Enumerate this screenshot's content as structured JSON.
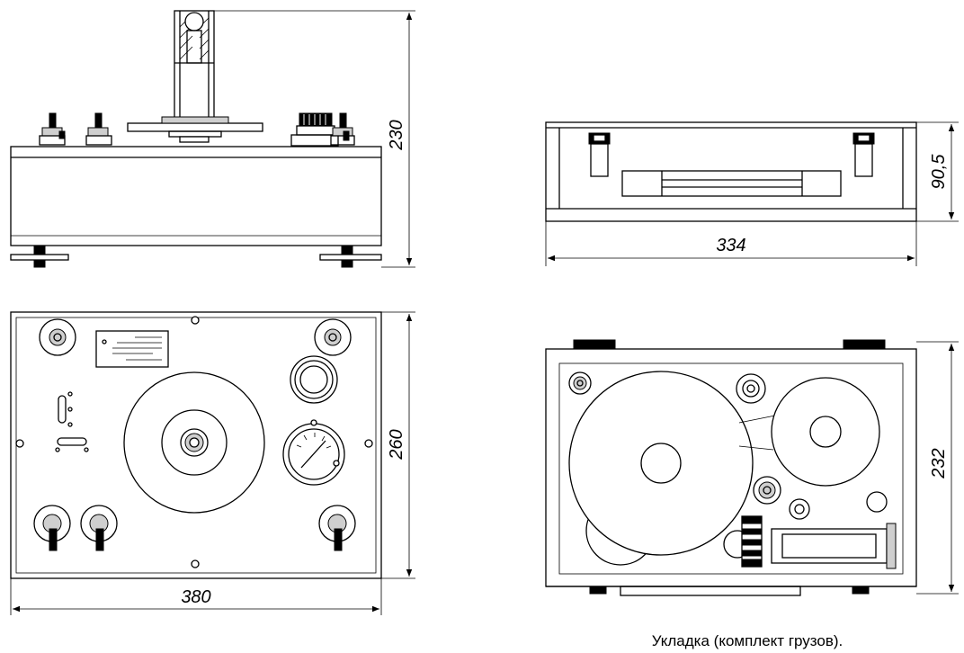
{
  "dimensions": {
    "front_height": "230",
    "top_width": "380",
    "top_depth": "260",
    "case_width": "334",
    "case_height": "90,5",
    "case_top_depth": "232"
  },
  "caption": "Укладка (комплект грузов)."
}
